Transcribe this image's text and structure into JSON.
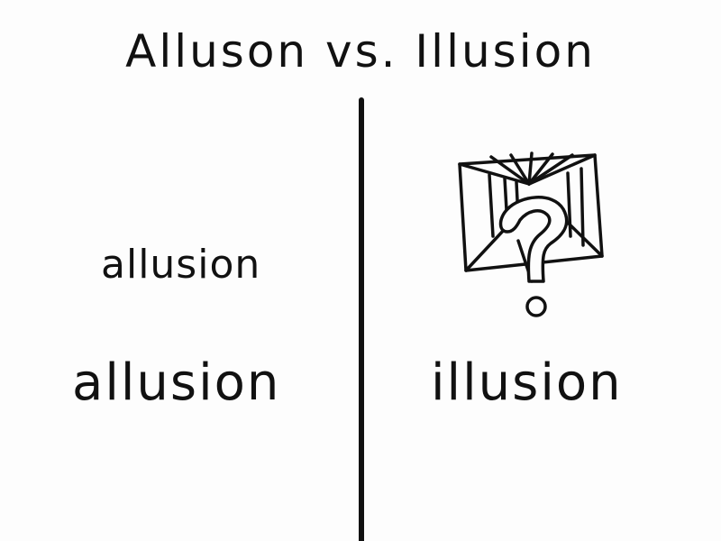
{
  "header": {
    "title": "Alluson vs. Illusion"
  },
  "left_panel": {
    "small_word": "allusion",
    "large_word": "allusion"
  },
  "right_panel": {
    "icon": "question-box-icon",
    "large_word": "illusion"
  },
  "colors": {
    "background": "#fdfdfd",
    "ink": "#111111"
  }
}
